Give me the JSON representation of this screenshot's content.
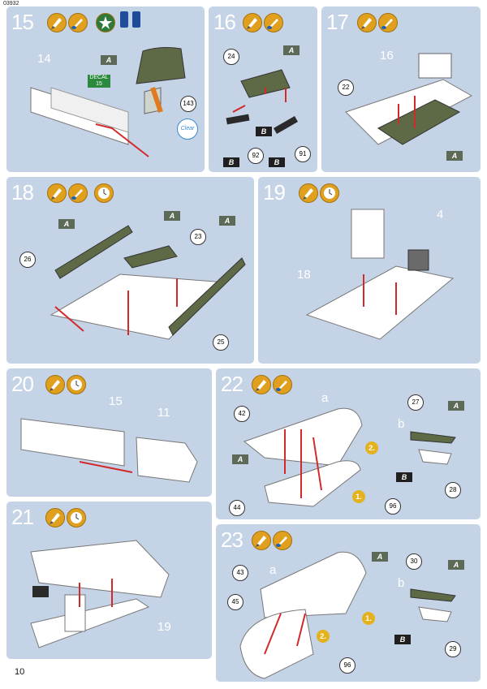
{
  "page": {
    "code": "03932",
    "page_number": "10"
  },
  "steps": {
    "s15": {
      "number": "15",
      "part_labels": [
        "14",
        "143"
      ],
      "flags": [
        "A"
      ],
      "decal_label": "DECAL",
      "decal_number": "15",
      "clear_label": "Clear"
    },
    "s16": {
      "number": "16",
      "part_labels": [
        "24",
        "92",
        "91"
      ],
      "flags": [
        "A",
        "B",
        "B",
        "B"
      ]
    },
    "s17": {
      "number": "17",
      "part_labels": [
        "16",
        "22"
      ],
      "flags": [
        "A"
      ]
    },
    "s18": {
      "number": "18",
      "part_labels": [
        "26",
        "23",
        "25"
      ],
      "flags": [
        "A",
        "A",
        "A"
      ]
    },
    "s19": {
      "number": "19",
      "part_labels": [
        "4",
        "18"
      ]
    },
    "s20": {
      "number": "20",
      "part_labels": [
        "15",
        "11"
      ]
    },
    "s21": {
      "number": "21",
      "part_labels": [
        "19"
      ]
    },
    "s22": {
      "number": "22",
      "sub_labels": [
        "a",
        "b"
      ],
      "part_labels": [
        "42",
        "44",
        "96",
        "27",
        "28"
      ],
      "flags": [
        "A",
        "B",
        "A"
      ],
      "order_badges": [
        "1.",
        "2."
      ]
    },
    "s23": {
      "number": "23",
      "sub_labels": [
        "a",
        "b"
      ],
      "part_labels": [
        "43",
        "45",
        "96",
        "30",
        "29"
      ],
      "flags": [
        "A",
        "B",
        "A"
      ],
      "order_badges": [
        "1.",
        "2."
      ]
    }
  }
}
